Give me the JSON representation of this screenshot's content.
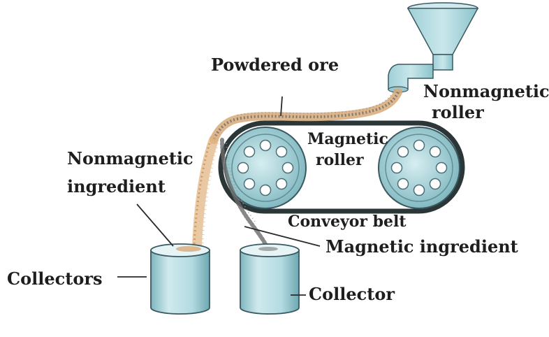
{
  "labels": {
    "powdered_ore": "Powdered ore",
    "nonmagnetic_roller": [
      "Nonmagnetic",
      "roller"
    ],
    "magnetic_roller": [
      "Magnetic",
      "roller"
    ],
    "nonmagnetic_ingredient": [
      "Nonmagnetic",
      "ingredient"
    ],
    "conveyor_belt": "Conveyor belt",
    "magnetic_ingredient": "Magnetic ingredient",
    "collectors": "Collectors",
    "collector": "Collector"
  },
  "colors": {
    "metal_fill": "#b7dde2",
    "metal_shade": "#7fb8c2",
    "outline": "#3a5960",
    "belt": "#2b3638",
    "ore_sand": "#d7a978",
    "ore_dark": "#5e5e5e"
  }
}
